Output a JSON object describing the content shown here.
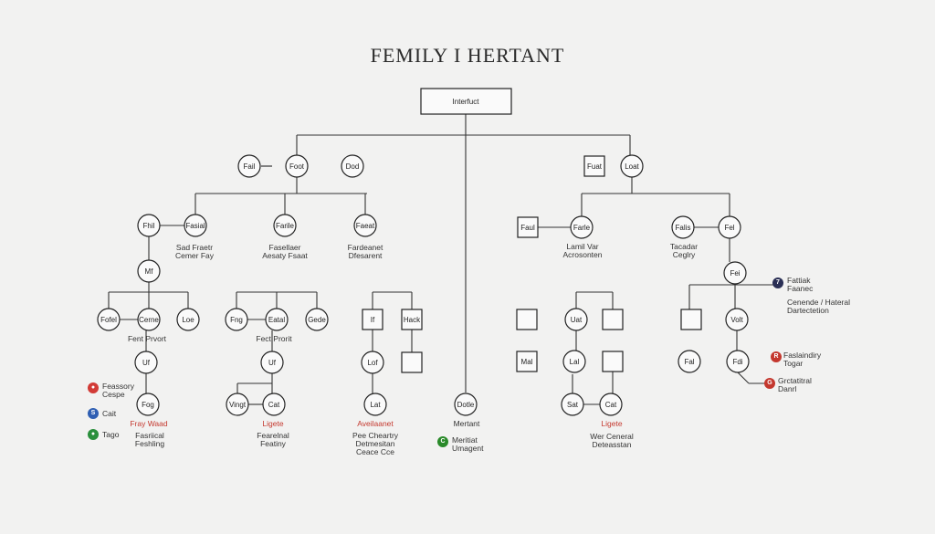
{
  "title": "FEMILY I HERTANT",
  "root": "Interfuct",
  "nodes": {
    "n_fail": "Fail",
    "n_foot": "Foot",
    "n_dod": "Dod",
    "n_fhil": "Fhil",
    "n_fasial": "Fasial",
    "n_farile": "Farile",
    "n_faeat": "Faeat",
    "n_mf": "Mf",
    "n_fofel": "Fofel",
    "n_cerne": "Cerne",
    "n_loe": "Loe",
    "n_fng": "Fng",
    "n_eatal": "Eatal",
    "n_gede": "Gede",
    "n_uf1": "Uf",
    "n_uf2": "Uf",
    "n_fog": "Fog",
    "n_vingt": "Vingt",
    "n_cat1": "Cat",
    "n_if": "If",
    "n_hack": "Hack",
    "n_lof": "Lof",
    "n_lat": "Lat",
    "n_dotle": "Dotle",
    "n_fuat": "Fuat",
    "n_loat": "Loat",
    "n_faul": "Faul",
    "n_farle": "Farle",
    "n_falis": "Falis",
    "n_fel": "Fel",
    "n_fei": "Fei",
    "n_uat": "Uat",
    "n_lal": "Lal",
    "n_mal": "Mal",
    "n_sat": "Sat",
    "n_cat2": "Cat",
    "n_volt": "Volt",
    "n_fal": "Fal",
    "n_fdi": "Fdi"
  },
  "labels": {
    "l1": "Sad Fraetr\nCemer Fay",
    "l2": "Fasellaer\nAesaty Fsaat",
    "l3": "Fardeanet\nDfesarent",
    "l4": "Fent Prvort",
    "l5": "Fect Prorit",
    "l6": "Fasriical\nFeshling",
    "l7": "Fearelnal\nFeatiny",
    "l8": "Pee Cheartry\nDetmesitan\nCeace Cce",
    "l9": "Lamil Var\nAcrosonten",
    "l10": "Tacadar\nCeglry",
    "l11": "Wer Ceneral\nDeteasstan",
    "l12": "Cenende / Hateral\nDartectetion",
    "red1": "Fray Waad",
    "red2": "Ligete",
    "red3": "Aveilaanet",
    "red4": "Ligete",
    "green1": "Mertant",
    "dark_text": "Fattiak\nFaanec",
    "legend_bottom": "Meritiat\nUmagent",
    "red_right1": "Faslaindiry\nTogar",
    "red_right2": "Grctatitral\nDanrl"
  },
  "legend": [
    {
      "icon": "pin-icon",
      "text": "Feassory\nCespe",
      "color": "#d23b36"
    },
    {
      "icon": "stack-icon",
      "text": "Cait",
      "color": "#2f5fb3"
    },
    {
      "icon": "globe-icon",
      "text": "Tago",
      "color": "#2a8f3c"
    }
  ],
  "badges": {
    "b_green": "C",
    "b_dark": "7",
    "b_red1": "R",
    "b_red2": "G"
  },
  "colors": {
    "red": "#c4382e",
    "green": "#2a8a2a",
    "navy": "#2a2f55",
    "line": "#333333",
    "bg": "#f2f2f1"
  }
}
